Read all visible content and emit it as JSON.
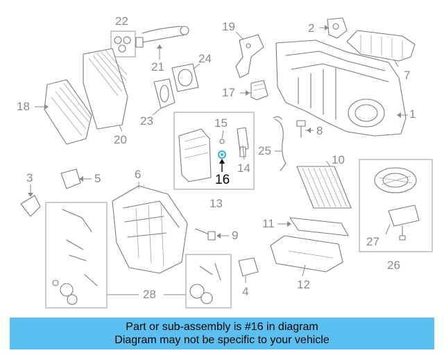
{
  "diagram": {
    "callouts": {
      "c1": "1",
      "c2": "2",
      "c3": "3",
      "c4": "4",
      "c5": "5",
      "c6": "6",
      "c7": "7",
      "c8": "8",
      "c9": "9",
      "c10": "10",
      "c11": "11",
      "c12": "12",
      "c13": "13",
      "c14": "14",
      "c15": "15",
      "c16": "16",
      "c17": "17",
      "c18": "18",
      "c19": "19",
      "c20": "20",
      "c21": "21",
      "c22": "22",
      "c23": "23",
      "c24": "24",
      "c25": "25",
      "c26": "26",
      "c27": "27",
      "c28": "28"
    },
    "highlighted_part": "16",
    "highlight_color": "#3cb4e6"
  },
  "banner": {
    "line1": "Part or sub-assembly is #16 in diagram",
    "line2": "Diagram may not be specific to your vehicle",
    "background": "#5bc0f0"
  }
}
